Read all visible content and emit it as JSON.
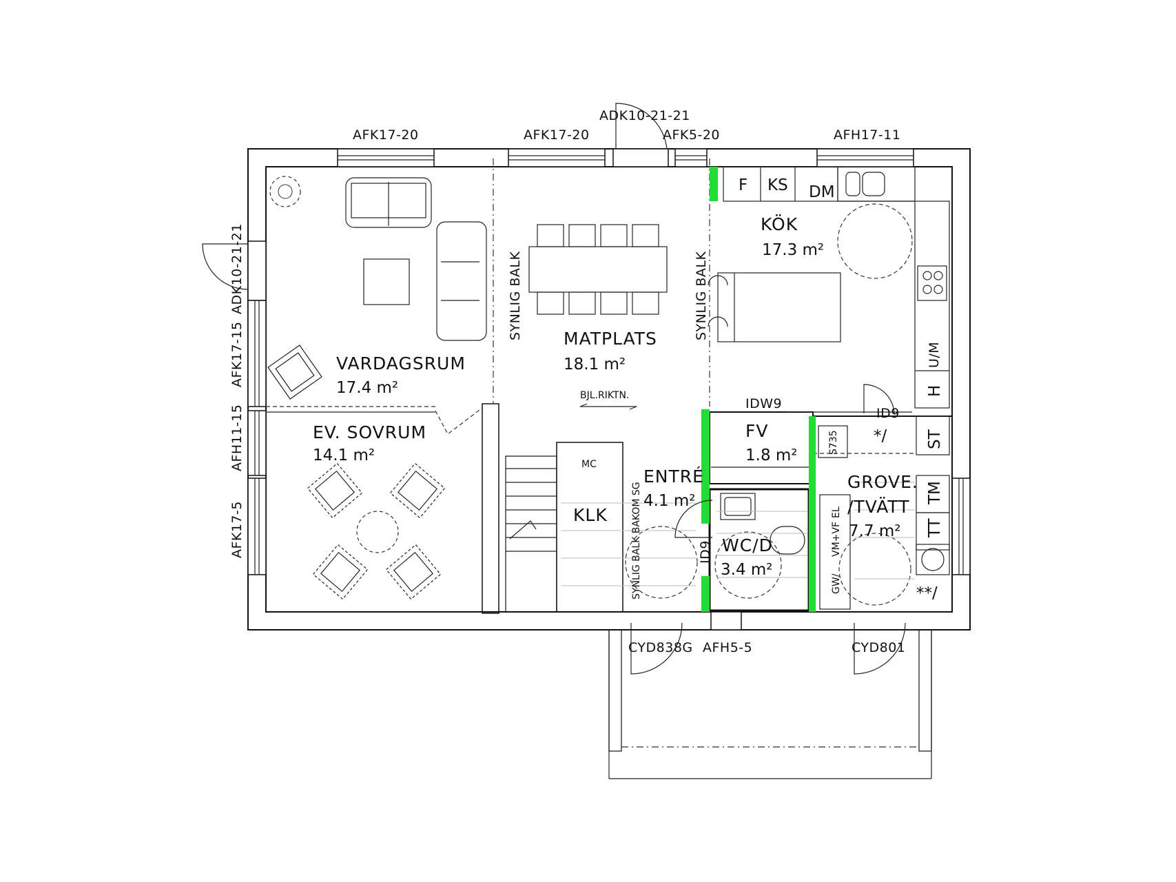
{
  "plan": {
    "rooms": [
      {
        "id": "vardagsrum",
        "name": "VARDAGSRUM",
        "area": "17.4",
        "unit": "m²"
      },
      {
        "id": "ev-sovrum",
        "name": "EV. SOVRUM",
        "area": "14.1",
        "unit": "m²"
      },
      {
        "id": "matplats",
        "name": "MATPLATS",
        "area": "18.1",
        "unit": "m²"
      },
      {
        "id": "kok",
        "name": "KÖK",
        "area": "17.3",
        "unit": "m²"
      },
      {
        "id": "fv",
        "name": "FV",
        "area": "1.8",
        "unit": "m²"
      },
      {
        "id": "entre",
        "name": "ENTRÉ",
        "area": "4.1",
        "unit": "m²"
      },
      {
        "id": "wcd",
        "name": "WC/D",
        "area": "3.4",
        "unit": "m²"
      },
      {
        "id": "grovtvatt",
        "name": "GROVE.",
        "name2": "/TVÄTT",
        "area": "7.7",
        "unit": "m²"
      },
      {
        "id": "klk",
        "name": "KLK"
      }
    ],
    "openings": {
      "top1": "AFK17-20",
      "top2": "AFK17-20",
      "top_door": "ADK10-21-21",
      "top3": "AFK5-20",
      "top4": "AFH17-11",
      "left_door": "ADK10-21-21",
      "left1": "AFK17-15",
      "left2": "AFH11-15",
      "left3": "AFK17-5",
      "bottom1": "CYD838G",
      "bottom2": "AFH5-5",
      "bottom3": "CYD801",
      "idw9": "IDW9",
      "id9_top": "ID9",
      "id9_side": "ID9"
    },
    "notes": {
      "synlig_balk_1": "SYNLIG BALK",
      "synlig_balk_2": "SYNLIG BALK",
      "synlig_balk_bakom_sg": "SYNLIG BALK BAKOM SG",
      "bjl_riktn": "BJL.RIKTN."
    },
    "appliances": {
      "f": "F",
      "ks": "KS",
      "dm": "DM",
      "um": "U/M",
      "h": "H",
      "st": "ST",
      "tm": "TM",
      "tt": "TT",
      "star1": "*/",
      "star2": "**/",
      "s735": "S735",
      "el": "EL",
      "vm_vf": "VM+VF",
      "gw": "GW/",
      "mc": "MC"
    }
  }
}
